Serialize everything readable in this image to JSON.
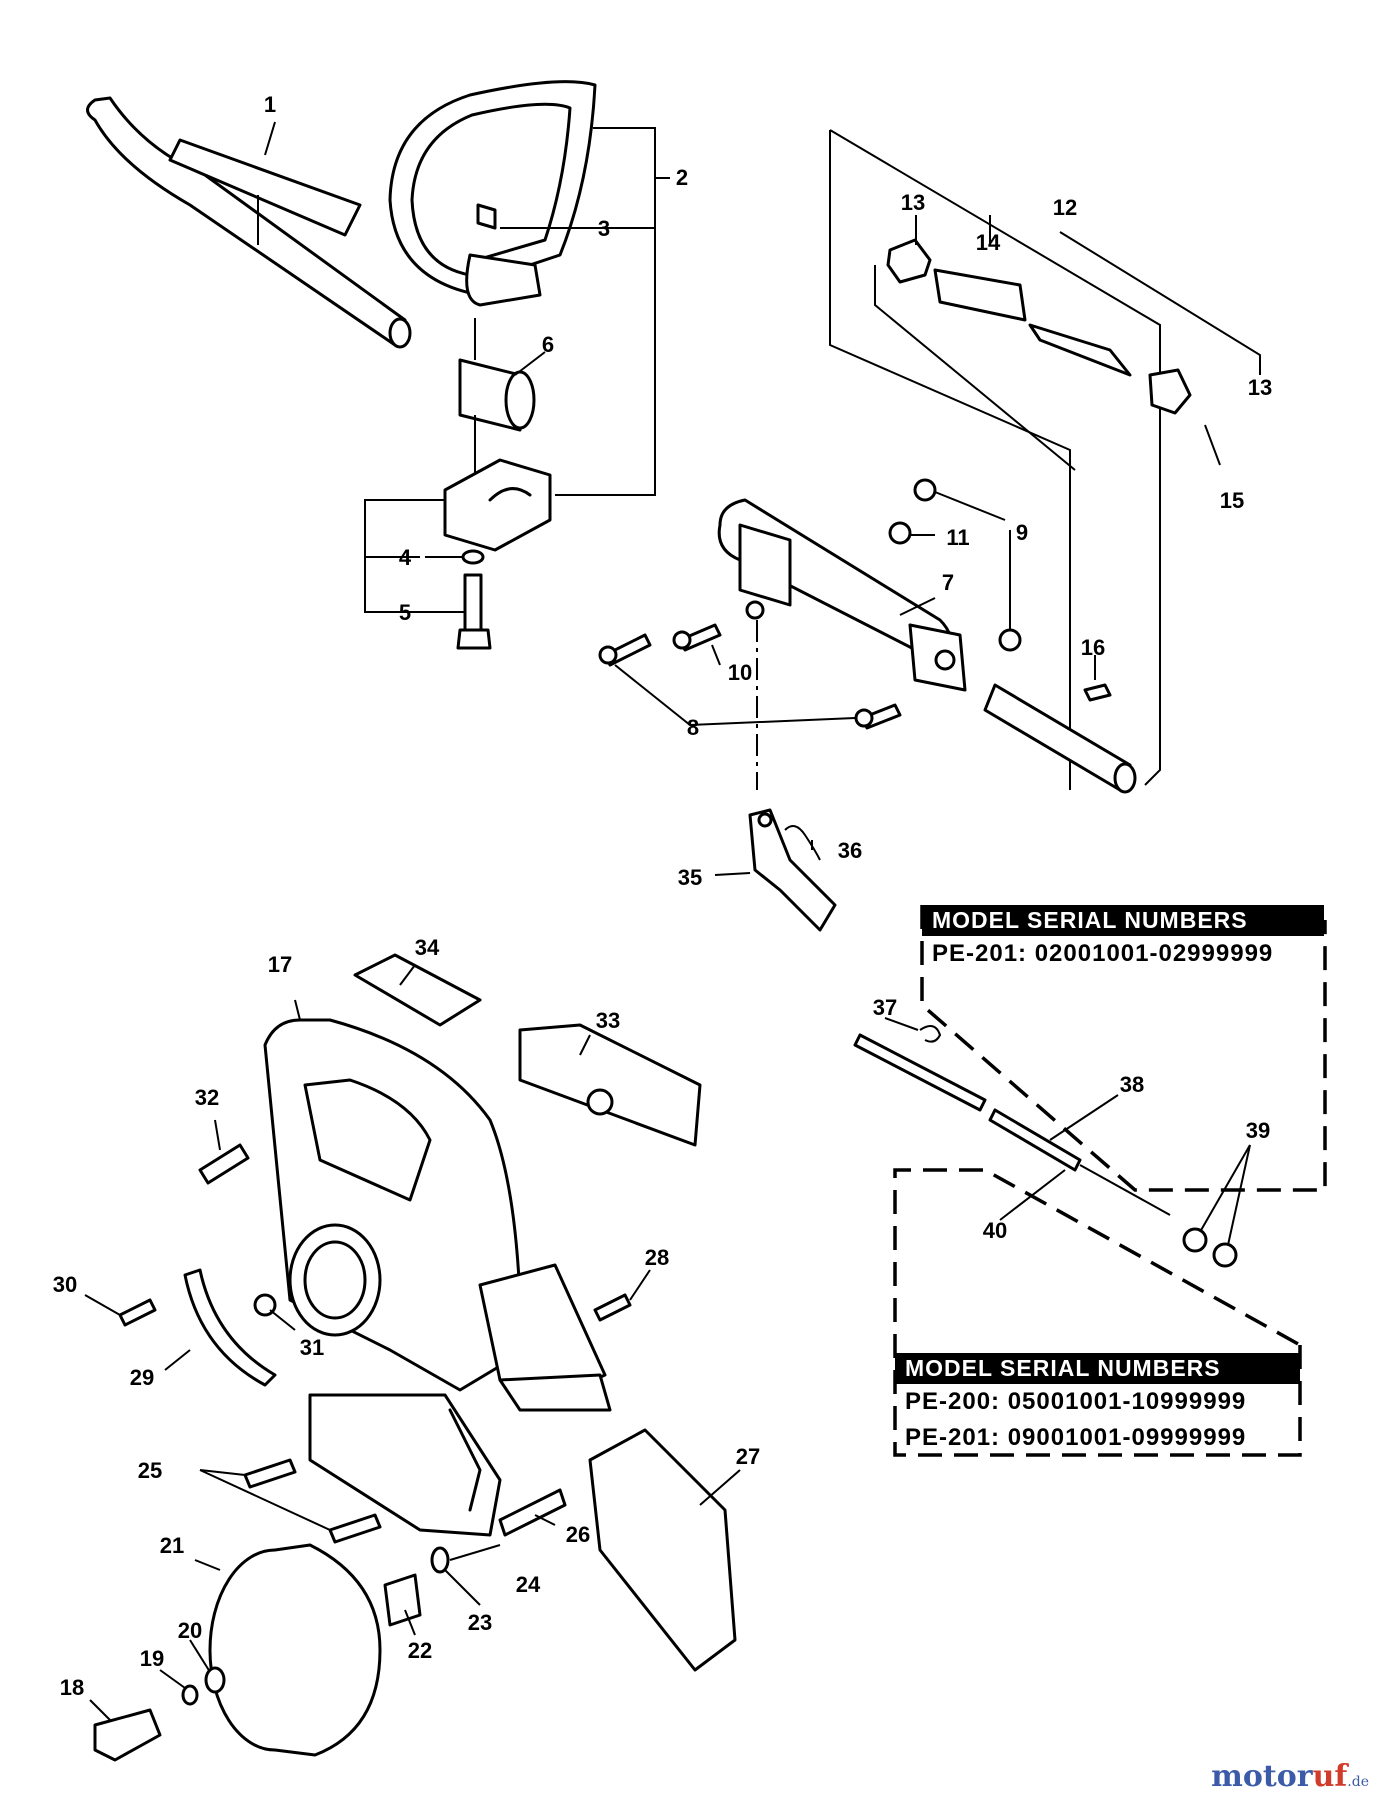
{
  "callouts": {
    "c1": "1",
    "c2": "2",
    "c3": "3",
    "c4": "4",
    "c5": "5",
    "c6": "6",
    "c7": "7",
    "c8": "8",
    "c9": "9",
    "c10": "10",
    "c11": "11",
    "c12": "12",
    "c13a": "13",
    "c13b": "13",
    "c14": "14",
    "c15": "15",
    "c16": "16",
    "c17": "17",
    "c18": "18",
    "c19": "19",
    "c20": "20",
    "c21": "21",
    "c22": "22",
    "c23": "23",
    "c24": "24",
    "c25": "25",
    "c26": "26",
    "c27": "27",
    "c28": "28",
    "c29": "29",
    "c30": "30",
    "c31": "31",
    "c32": "32",
    "c33": "33",
    "c34": "34",
    "c35": "35",
    "c36": "36",
    "c37": "37",
    "c38": "38",
    "c39": "39",
    "c40": "40"
  },
  "serial_table_1": {
    "header": "MODEL  SERIAL NUMBERS",
    "rows": [
      "PE-201:  02001001-02999999"
    ]
  },
  "serial_table_2": {
    "header": "MODEL  SERIAL NUMBERS",
    "rows": [
      "PE-200:  05001001-10999999",
      "PE-201:  09001001-09999999"
    ]
  },
  "watermark": {
    "brand_main": "motor",
    "brand_accent": "uf",
    "brand_tld": ".de"
  }
}
